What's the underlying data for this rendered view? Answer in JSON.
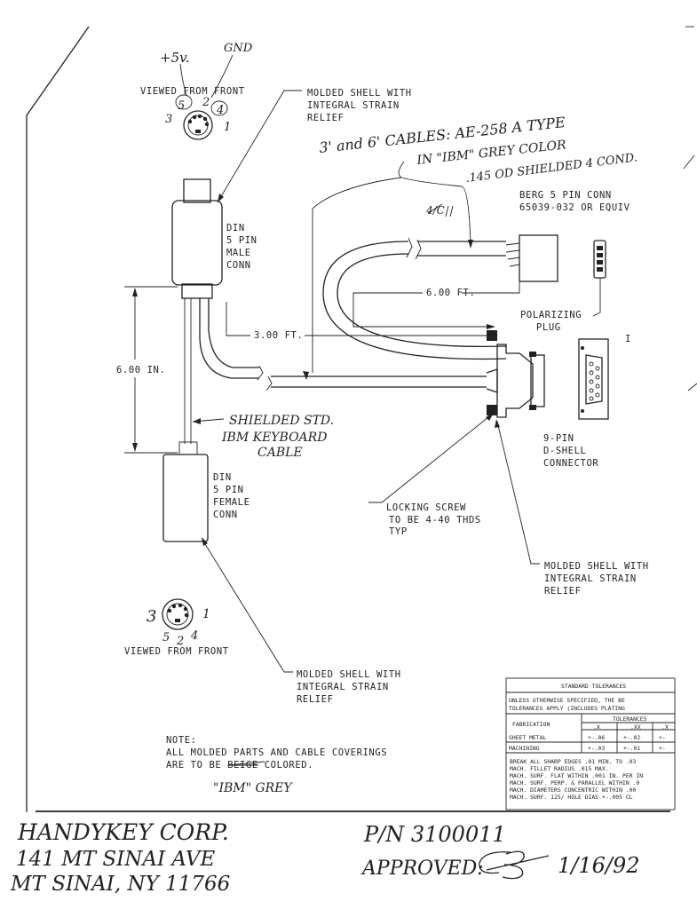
{
  "top_connector": {
    "plus5v": "+5v.",
    "gnd": "GND",
    "viewed": "VIEWED FROM FRONT",
    "pins": {
      "p5": "5",
      "p2": "2",
      "p4": "4",
      "p3": "3",
      "p1": "1"
    }
  },
  "molded_shell_top": [
    "MOLDED SHELL WITH",
    "INTEGRAL STRAIN",
    "RELIEF"
  ],
  "cables_note": [
    "3' and 6' CABLES: AE-258 A TYPE",
    "IN \"IBM\" GREY COLOR",
    ".145 OD SHIELDED 4 COND."
  ],
  "berg": [
    "BERG 5 PIN CONN",
    "65039-032 OR EQUIV"
  ],
  "din_male": [
    "DIN",
    "5 PIN",
    "MALE",
    "CONN"
  ],
  "dim_6ft": "6.00 FT.",
  "dim_3ft": "3.00 FT.",
  "dim_6in": "6.00 IN.",
  "polarizing": [
    "POLARIZING",
    "PLUG"
  ],
  "shielded_cable": [
    "SHIELDED STD.",
    "IBM KEYBOARD",
    "CABLE"
  ],
  "dshell": [
    "9-PIN",
    "D-SHELL",
    "CONNECTOR"
  ],
  "din_female": [
    "DIN",
    "5 PIN",
    "FEMALE",
    "CONN"
  ],
  "locking_screw": [
    "LOCKING SCREW",
    "TO BE 4-40 THDS",
    "TYP"
  ],
  "molded_shell_right": [
    "MOLDED SHELL WITH",
    "INTEGRAL STRAIN",
    "RELIEF"
  ],
  "bottom_connector": {
    "viewed": "VIEWED FROM FRONT",
    "pins": {
      "p3": "3",
      "p1": "1",
      "p5": "5",
      "p2": "2",
      "p4": "4"
    }
  },
  "molded_shell_bottom": [
    "MOLDED SHELL WITH",
    "INTEGRAL STRAIN",
    "RELIEF"
  ],
  "note": {
    "label": "NOTE:",
    "line1": "ALL MOLDED PARTS AND CABLE COVERINGS",
    "line2_pre": "ARE TO BE ",
    "struck": "BEIGE",
    "line2_post": " COLORED.",
    "correction": "\"IBM\" GREY"
  },
  "tolerances": {
    "title": "STANDARD TOLERANCES",
    "sub1": "UNLESS OTHERWISE SPECIFIED, THE BE",
    "sub2": "TOLERANCES APPLY (INCLUDES PLATING",
    "fabrication": "FABRICATION",
    "tol_header": "TOLERANCES",
    "col_x": ".X",
    "col_xx": ".XX",
    "col_xxx": ".X",
    "rows": [
      {
        "name": "SHEET METAL",
        "x": "+-.06",
        "xx": "+-.02",
        "xxx": "+-"
      },
      {
        "name": "MACHINING",
        "x": "+-.03",
        "xx": "+-.01",
        "xxx": "+-"
      }
    ],
    "notes": [
      "BREAK ALL SHARP EDGES .01 MIN. TO .03",
      "MACH. FILLET RADIUS .015 MAX.",
      "MACH. SURF. FLAT WITHIN .001 IN. PER IN",
      "MACH. SURF. PERP. & PARALLEL WITHIN .0",
      "MACH. DIAMETERS CONCENTRIC WITHIN .00",
      "MACH. SURF. 125/ HOLE DIAS.+-.005 CL"
    ]
  },
  "company": [
    "HANDYKEY CORP.",
    "141 MT SINAI AVE",
    "MT SINAI, NY 11766"
  ],
  "part_number": "P/N 3100011",
  "approved": "APPROVED:",
  "approved_date": "1/16/92",
  "wire_mark": "4/C",
  "edge_mark": "I"
}
